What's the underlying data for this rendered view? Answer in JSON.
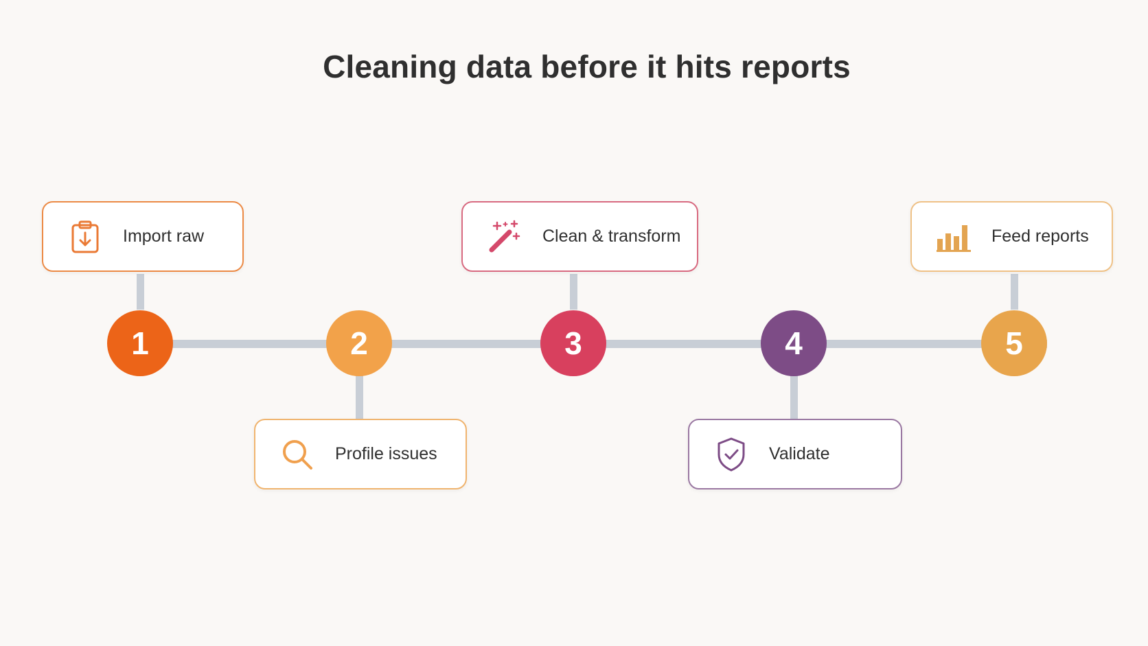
{
  "title": "Cleaning data before it hits reports",
  "steps": [
    {
      "number": "1",
      "label": "Import raw",
      "icon": "clipboard-import-icon",
      "color": "#ec6418",
      "border": "#ec8a45",
      "icon_color": "#ea7a35"
    },
    {
      "number": "2",
      "label": "Profile issues",
      "icon": "magnifier-icon",
      "color": "#f2a24a",
      "border": "#f0b46e",
      "icon_color": "#f0a04e"
    },
    {
      "number": "3",
      "label": "Clean & transform",
      "icon": "magic-wand-icon",
      "color": "#d8405e",
      "border": "#d86a80",
      "icon_color": "#d4486a"
    },
    {
      "number": "4",
      "label": "Validate",
      "icon": "shield-check-icon",
      "color": "#7d4c86",
      "border": "#9a78a2",
      "icon_color": "#7d4c86"
    },
    {
      "number": "5",
      "label": "Feed reports",
      "icon": "bar-chart-icon",
      "color": "#e8a54c",
      "border": "#efc186",
      "icon_color": "#e3a451"
    }
  ]
}
